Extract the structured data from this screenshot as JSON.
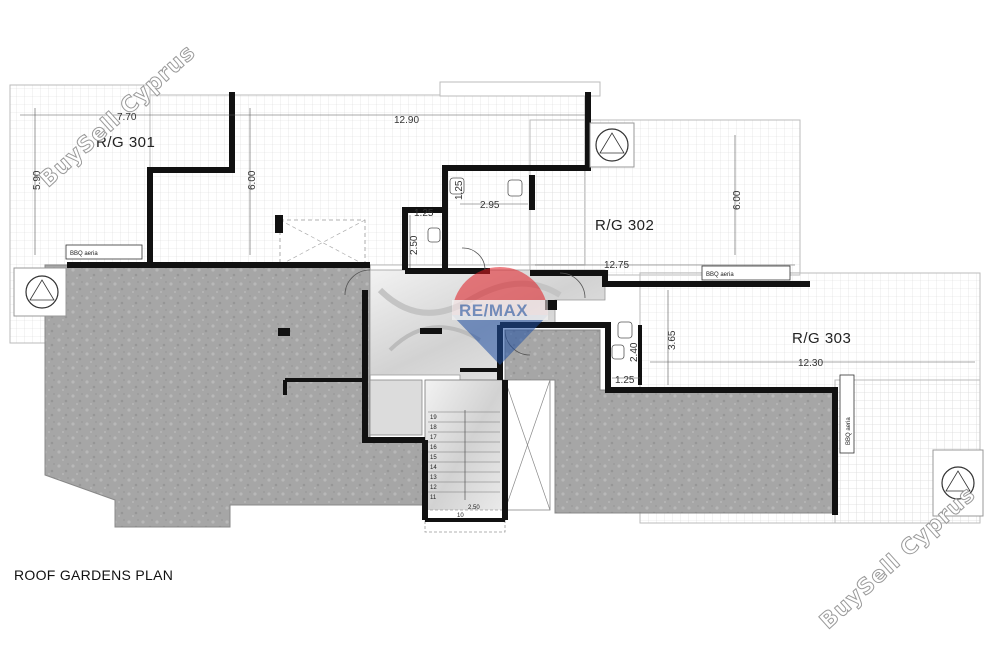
{
  "title": "ROOF GARDENS PLAN",
  "rooms": [
    {
      "label": "R/G 301"
    },
    {
      "label": "R/G 302"
    },
    {
      "label": "R/G 303"
    }
  ],
  "dimensions": {
    "rg301_width": "7.70",
    "rg301_depth": "5.90",
    "rg301_inner_depth": "6.00",
    "top_span": "12.90",
    "rg302_depth": "6.00",
    "rg302_width": "12.75",
    "rg303_width": "12.30",
    "rg303_depth": "3.65",
    "wc_a_height": "1.25",
    "wc_a_width": "2.95",
    "wc_b_width": "1.25",
    "wc_b_height": "2.50",
    "wc_c_height": "2.40",
    "wc_c_width": "1.25",
    "stair_width": "2.50"
  },
  "tags": {
    "bbq_1": "BBQ aeria",
    "bbq_2": "BBQ aeria",
    "bbq_3": "BBQ aeria"
  },
  "stairs": {
    "left_steps": [
      "19",
      "18",
      "17",
      "16",
      "15",
      "14",
      "13",
      "12",
      "11"
    ],
    "bottom_step": "10"
  },
  "watermarks": {
    "top_left": "BuySell Cyprus",
    "bottom_right": "BuySell Cyprus"
  },
  "logo": {
    "text": "RE/MAX",
    "colors": {
      "red": "#e11b22",
      "blue": "#1f4fa3"
    }
  },
  "colors": {
    "wall": "#111111",
    "roof_concrete": "#a9a9a9",
    "terrace_grid": "#d4d4d4",
    "marble": "#e4e4e4"
  }
}
